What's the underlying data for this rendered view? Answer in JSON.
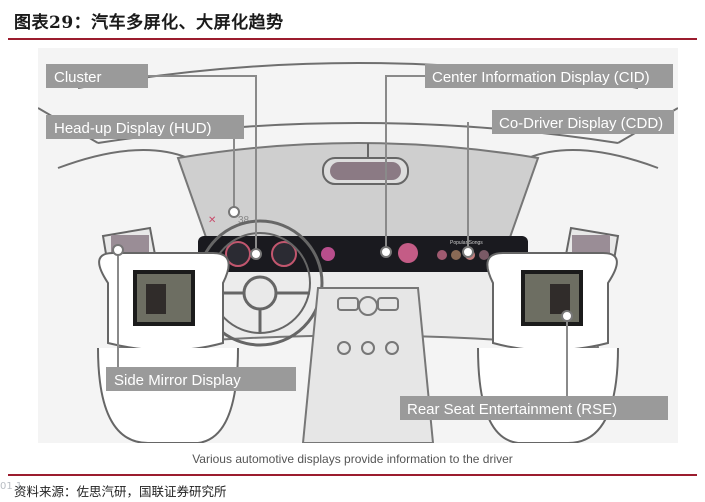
{
  "figure_title": "图表29：汽车多屏化、大屏化趋势",
  "labels": {
    "cluster": "Cluster",
    "hud": "Head-up Display (HUD)",
    "cid": "Center Information Display (CID)",
    "cdd": "Co-Driver Display (CDD)",
    "side_mirror": "Side Mirror Display",
    "rse": "Rear Seat Entertainment (RSE)"
  },
  "hud_readout": "38",
  "screen_text": {
    "cid_menu": "Popular Songs"
  },
  "caption": "Various automotive displays provide information to the driver",
  "source": "资料来源：佐思汽研，国联证券研究所",
  "stamp": "01 1"
}
